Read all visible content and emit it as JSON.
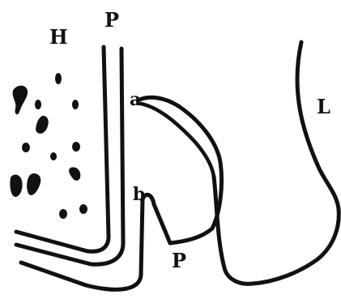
{
  "labels": {
    "H": "H",
    "P_top": "P",
    "a": "a",
    "b": "b",
    "P_bottom": "P",
    "L": "L"
  },
  "colors": {
    "ink": "#111111",
    "background": "#ffffff"
  }
}
